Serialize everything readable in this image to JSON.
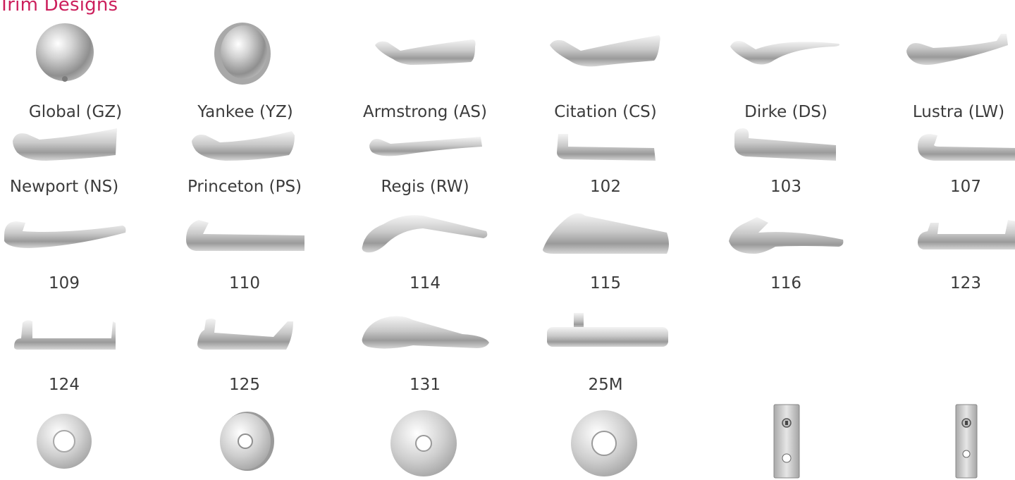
{
  "title": "Trim Designs",
  "colors": {
    "title": "#cc1f5c",
    "text": "#3b3b3b",
    "metal_light": "#e8e8e8",
    "metal_dark": "#8e8e8e"
  },
  "rows": [
    [
      "Global (GZ)",
      "Yankee (YZ)",
      "Armstrong (AS)",
      "Citation (CS)",
      "Dirke (DS)",
      "Lustra (LW)"
    ],
    [
      "Newport (NS)",
      "Princeton (PS)",
      "Regis (RW)",
      "102",
      "103",
      "107"
    ],
    [
      "109",
      "110",
      "114",
      "115",
      "116",
      "123"
    ],
    [
      "124",
      "125",
      "131",
      "25M"
    ]
  ]
}
